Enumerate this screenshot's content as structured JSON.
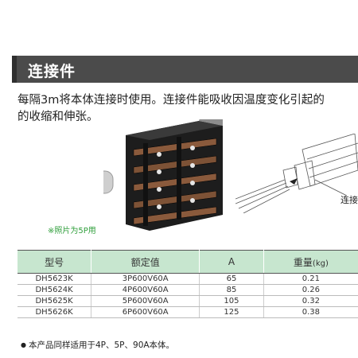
{
  "section": {
    "title": "连接件"
  },
  "description": {
    "line1": "每隔3m将本体连接时使用。连接件能吸收因温度变化引起的",
    "line2": "的收缩和伸张。"
  },
  "photo_note": "※照片为5P用",
  "diagram_label": "连接",
  "table": {
    "headers": [
      "型号",
      "额定值",
      "A",
      "重量"
    ],
    "weight_unit": "(kg)",
    "rows": [
      [
        "DH5623K",
        "3P600V60A",
        "65",
        "0.21"
      ],
      [
        "DH5624K",
        "4P600V60A",
        "85",
        "0.26"
      ],
      [
        "DH5625K",
        "5P600V60A",
        "105",
        "0.32"
      ],
      [
        "DH5626K",
        "6P600V60A",
        "125",
        "0.38"
      ]
    ]
  },
  "footnote": "本产品同样适用于4P、5P、90A本体。",
  "colors": {
    "header_bar": "#4b4b4b",
    "table_header": "#c7e6cf",
    "note_green": "#2e9e3a"
  }
}
